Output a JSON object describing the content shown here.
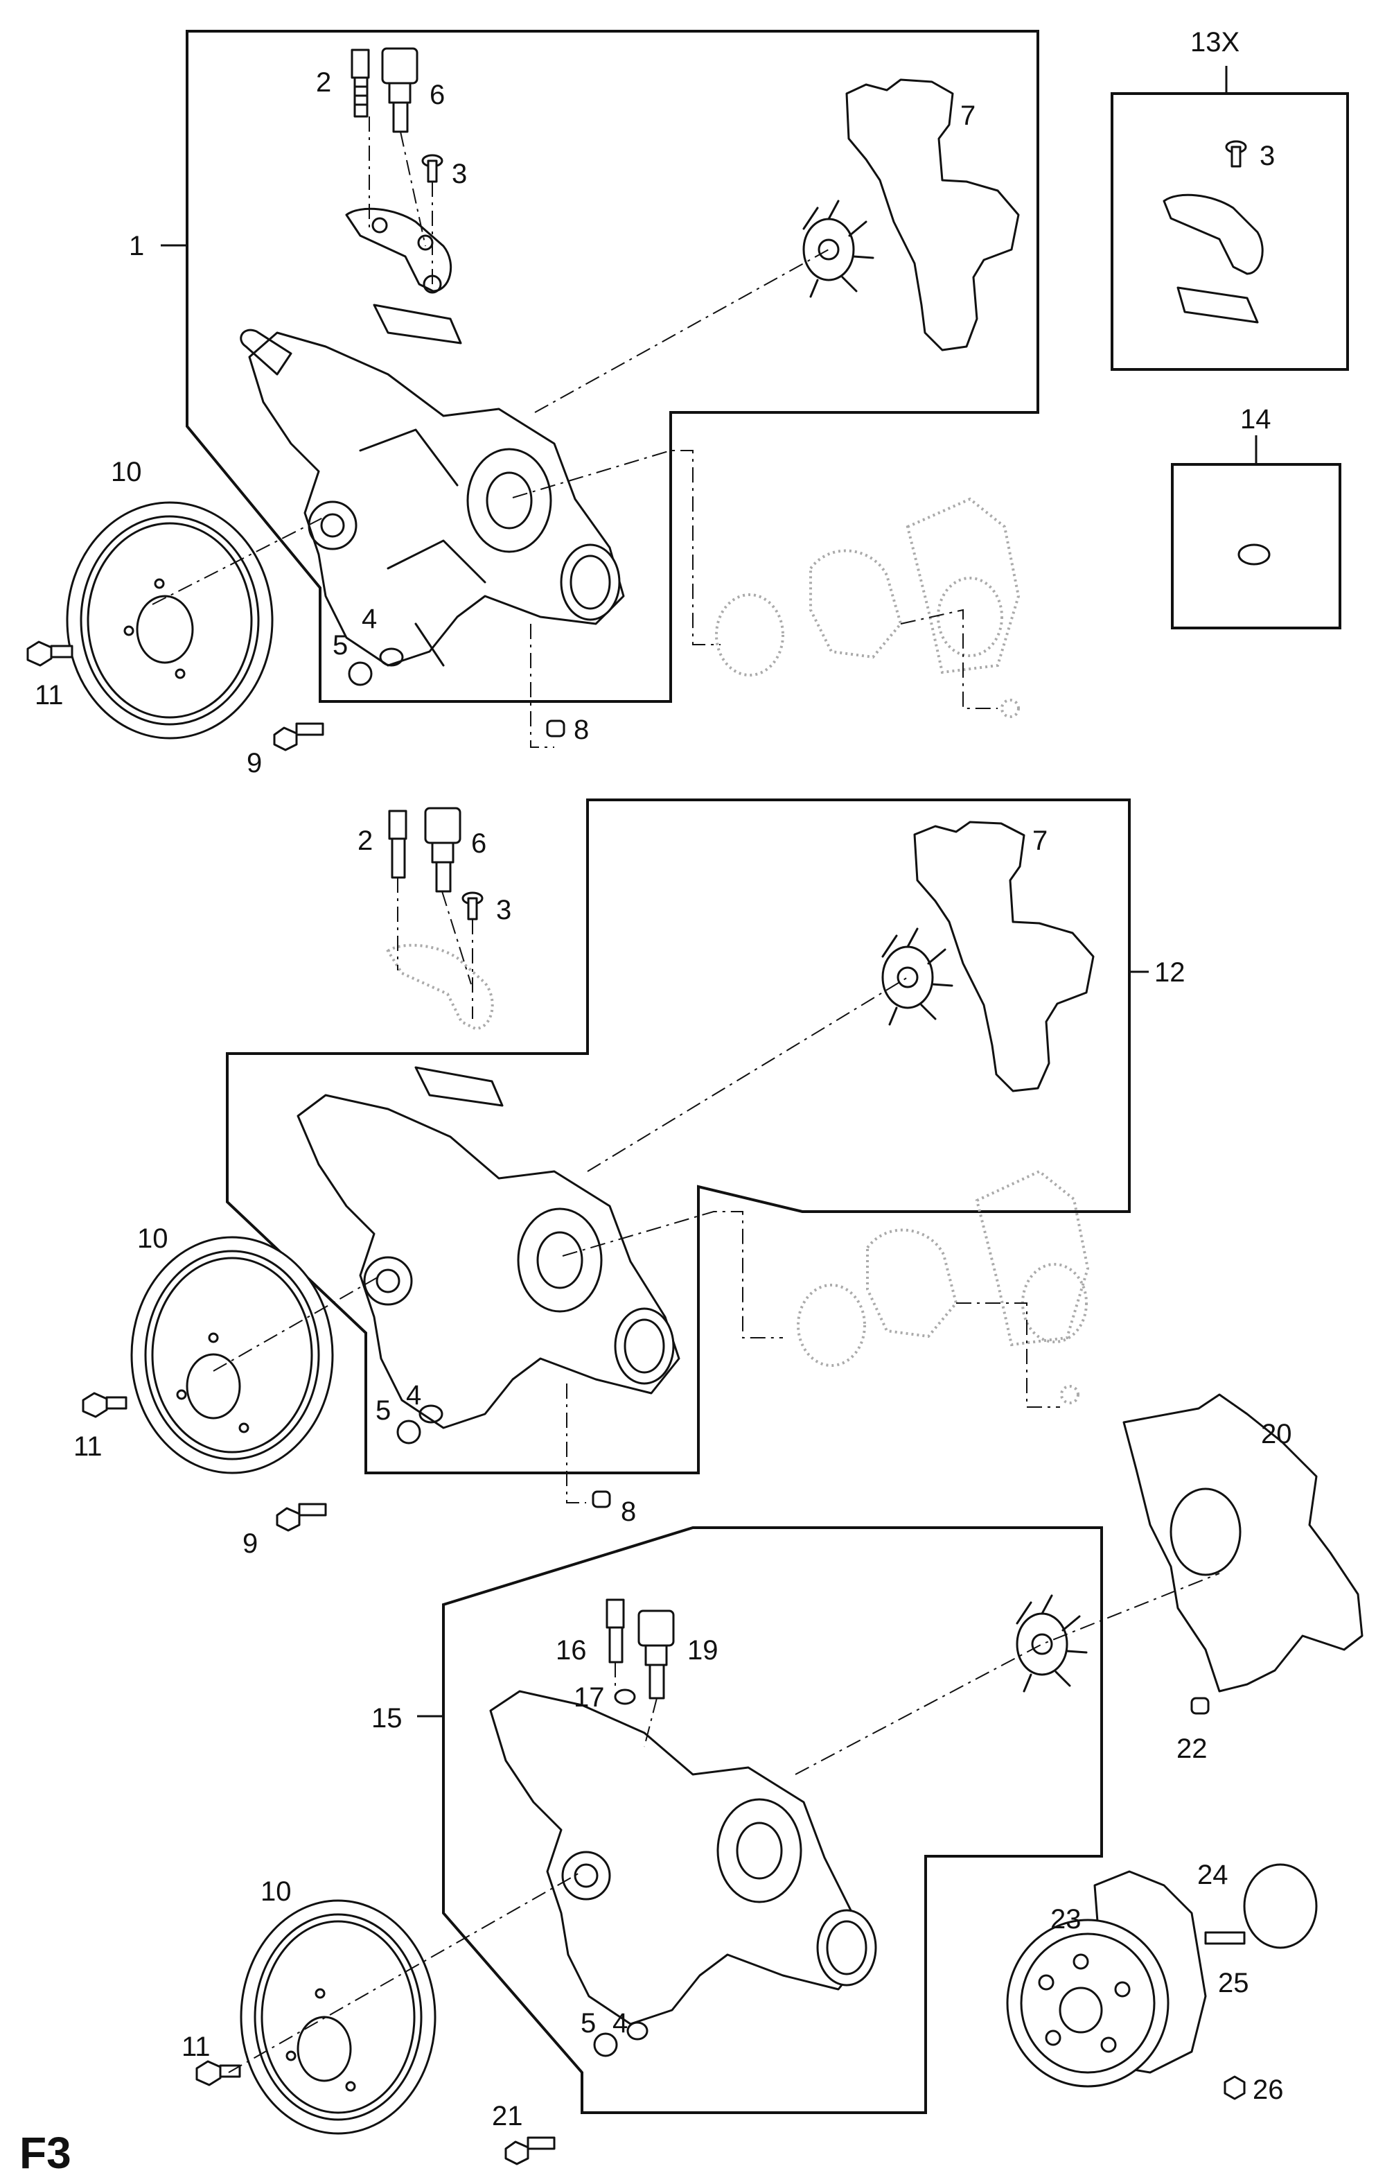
{
  "page_code": "F3",
  "callouts": {
    "c1": "1",
    "c2": "2",
    "c3": "3",
    "c4": "4",
    "c5": "5",
    "c6": "6",
    "c7": "7",
    "c8": "8",
    "c9": "9",
    "c10": "10",
    "c11": "11",
    "c12": "12",
    "c13x": "13X",
    "c14": "14",
    "c15": "15",
    "c16": "16",
    "c17": "17",
    "c19": "19",
    "c20": "20",
    "c21": "21",
    "c22": "22",
    "c23": "23",
    "c24": "24",
    "c25": "25",
    "c26": "26"
  }
}
